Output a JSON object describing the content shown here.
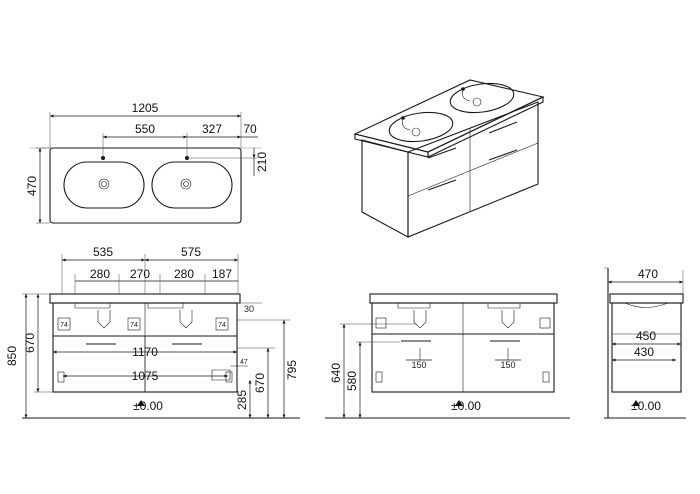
{
  "top_view": {
    "width": "1205",
    "depth": "470",
    "hole_spacing": "550",
    "hole_offset": "327",
    "edge": "70",
    "hole_depth": "210"
  },
  "front_view": {
    "bowl_left": "535",
    "bowl_right": "575",
    "d_280a": "280",
    "d_270": "270",
    "d_280b": "280",
    "d_187": "187",
    "d_30": "30",
    "d_74a": "74",
    "d_74b": "74",
    "d_74c": "74",
    "height_total": "850",
    "height_670": "670",
    "inner_width": "1170",
    "inner_width2": "1075",
    "h_670": "670",
    "h_795": "795",
    "h_285": "285",
    "d_47": "47",
    "floor": "±0.00"
  },
  "middle_view": {
    "h_640": "640",
    "h_580": "580",
    "w_150a": "150",
    "w_150b": "150",
    "floor": "±0.00"
  },
  "side_view": {
    "depth": "470",
    "d_450": "450",
    "d_430": "430",
    "floor": "±0.00"
  }
}
